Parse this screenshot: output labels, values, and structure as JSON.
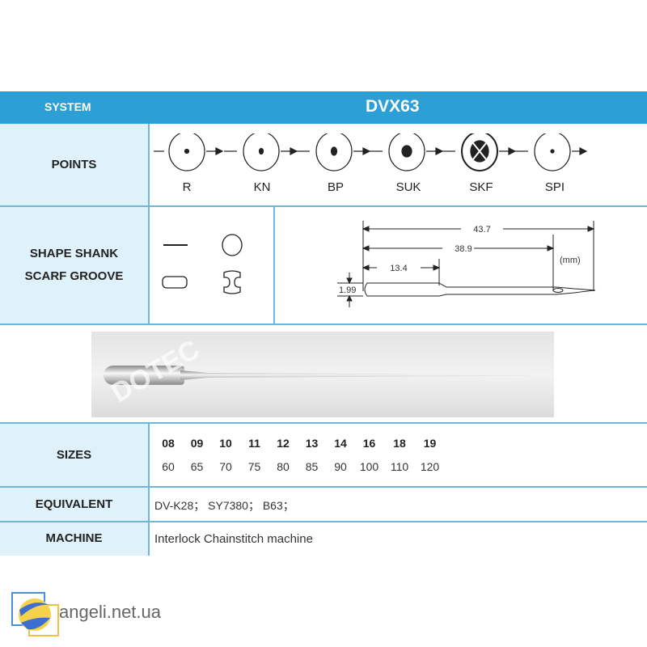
{
  "header": {
    "system_label": "SYSTEM",
    "system_value": "DVX63"
  },
  "points": {
    "label": "POINTS",
    "items": [
      "R",
      "KN",
      "BP",
      "SUK",
      "SKF",
      "SPI"
    ]
  },
  "shape": {
    "label_line1": "SHAPE SHANK",
    "label_line2": "SCARF GROOVE",
    "dimensions": {
      "total": "43.7",
      "to_eye": "38.9",
      "shank": "13.4",
      "diameter": "1.99",
      "unit": "(mm)"
    }
  },
  "photo": {
    "watermark": "DOTEC"
  },
  "sizes": {
    "label": "SIZES",
    "numbers": [
      "08",
      "09",
      "10",
      "11",
      "12",
      "13",
      "14",
      "16",
      "18",
      "19"
    ],
    "metric": [
      "60",
      "65",
      "70",
      "75",
      "80",
      "85",
      "90",
      "100",
      "110",
      "120"
    ]
  },
  "equivalent": {
    "label": "EQUIVALENT",
    "value": "DV-K28； SY7380； B63；"
  },
  "machine": {
    "label": "MACHINE",
    "value": "Interlock Chainstitch machine"
  },
  "logo": {
    "text": "angeli.net.ua"
  },
  "colors": {
    "header": "#2b9fd6",
    "label_bg": "#dff1fa",
    "border": "#6fb7d9"
  }
}
